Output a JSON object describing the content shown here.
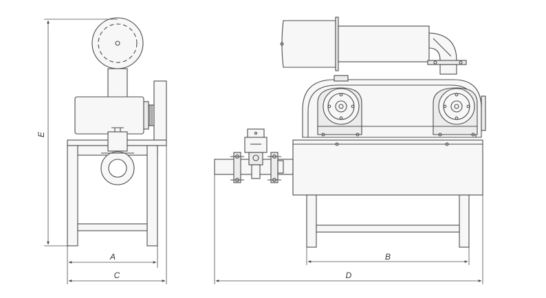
{
  "colors": {
    "background": "#ffffff",
    "stroke": "#4a4a4a",
    "fill": "#f7f7f7",
    "accent_fill": "#ececec",
    "text": "#333333"
  },
  "dimensions": {
    "A": "A",
    "B": "B",
    "C": "C",
    "D": "D",
    "E": "E"
  }
}
